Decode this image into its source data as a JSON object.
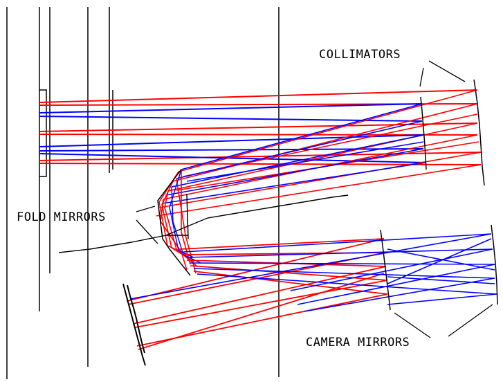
{
  "labels": {
    "collimators": "COLLIMATORS",
    "fold_mirrors": "FOLD MIRRORS",
    "camera_mirrors": "CAMERA MIRRORS"
  },
  "colors": {
    "ray_red": "#ff0000",
    "ray_blue": "#0000ff",
    "structure": "#000000",
    "background": "#ffffff"
  }
}
